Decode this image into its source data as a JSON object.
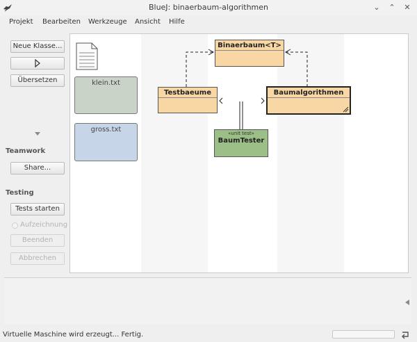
{
  "window": {
    "title": "BlueJ: binaerbaum-algorithmen"
  },
  "menu": [
    "Projekt",
    "Bearbeiten",
    "Werkzeuge",
    "Ansicht",
    "Hilfe"
  ],
  "sidebar": {
    "new_class": "Neue Klasse...",
    "compile": "Übersetzen",
    "teamwork_label": "Teamwork",
    "share": "Share...",
    "testing_label": "Testing",
    "run_tests": "Tests starten",
    "record": "Aufzeichnung",
    "end": "Beenden",
    "cancel": "Abbrechen"
  },
  "diagram": {
    "notes": [
      {
        "label": "klein.txt",
        "color": "#c9d3c7"
      },
      {
        "label": "gross.txt",
        "color": "#c6d6e8"
      }
    ],
    "classes": [
      {
        "name": "Binaerbaum<T>"
      },
      {
        "name": "Testbaeume"
      },
      {
        "name": "Baumalgorithmen"
      }
    ],
    "test_class": {
      "stereotype": "«unit test»",
      "name": "BaumTester"
    }
  },
  "status": {
    "message": "Virtuelle Maschine wird erzeugt... Fertig."
  },
  "colors": {
    "class_fill": "#f9d7a5",
    "test_fill": "#9bbf87"
  }
}
